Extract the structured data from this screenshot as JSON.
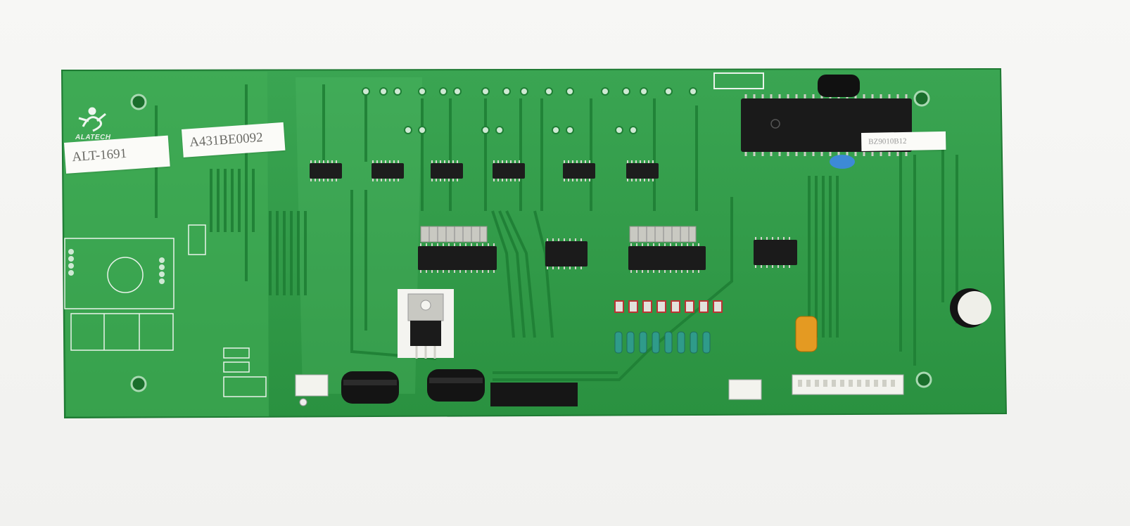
{
  "board": {
    "brand": "ALATECH",
    "part_label": "ALT-1691",
    "serial_label": "A431BE0092",
    "mcu_sticker": "BZ9010B12"
  },
  "colors": {
    "pcb": "#2e9a45",
    "pcb_light": "#46b25a",
    "silkscreen": "#e9f3ea",
    "chip": "#1c1c1c",
    "pad": "#c9c9c2",
    "background": "#f4f4f2"
  }
}
